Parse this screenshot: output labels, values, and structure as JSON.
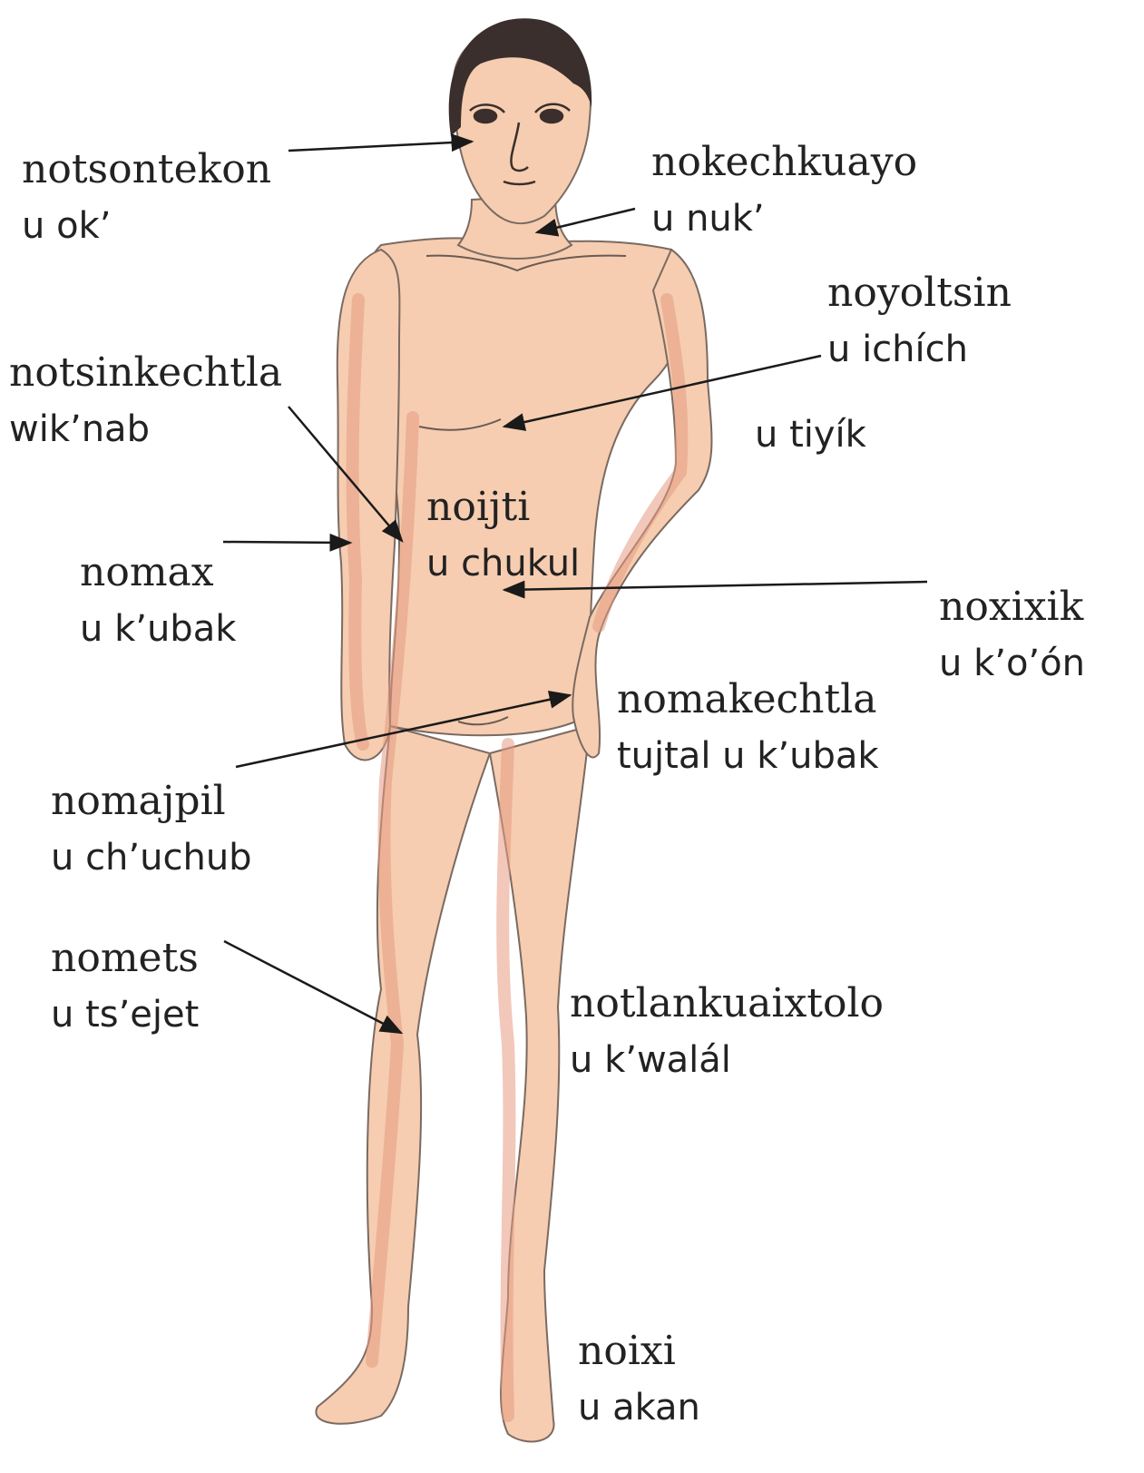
{
  "colors": {
    "skin": "#f6cdb0",
    "skin_shade": "#e59b82",
    "hair": "#3a2f2c",
    "outline": "#7a6a62",
    "arrow": "#1a1a1a",
    "text": "#222222"
  },
  "labels": [
    {
      "id": "cheek",
      "line1": "notsontekon",
      "line2": "u ok’"
    },
    {
      "id": "chin",
      "line1": "nokechkuayo",
      "line2": "u nuk’"
    },
    {
      "id": "chest",
      "line1": "noyoltsin",
      "line2": "u ichích"
    },
    {
      "id": "belly",
      "line1": "",
      "line2": "u tiyík"
    },
    {
      "id": "elbow",
      "line1": "notsinkechtla",
      "line2": "wik’nab"
    },
    {
      "id": "abdomen",
      "line1": "noijti",
      "line2": "u chukul"
    },
    {
      "id": "arm",
      "line1": "nomax",
      "line2": "u k’ubak"
    },
    {
      "id": "navel",
      "line1": "noxixik",
      "line2": "u k’o’ón"
    },
    {
      "id": "wrist",
      "line1": "nomakechtla",
      "line2": "tujtal u k’ubak"
    },
    {
      "id": "finger",
      "line1": "nomajpil",
      "line2": "u ch’uchub"
    },
    {
      "id": "knee",
      "line1": "nomets",
      "line2": "u ts’ejet"
    },
    {
      "id": "shin",
      "line1": "notlankuaixtolo",
      "line2": "u k’walál"
    },
    {
      "id": "foot",
      "line1": "noixi",
      "line2": "u akan"
    }
  ]
}
